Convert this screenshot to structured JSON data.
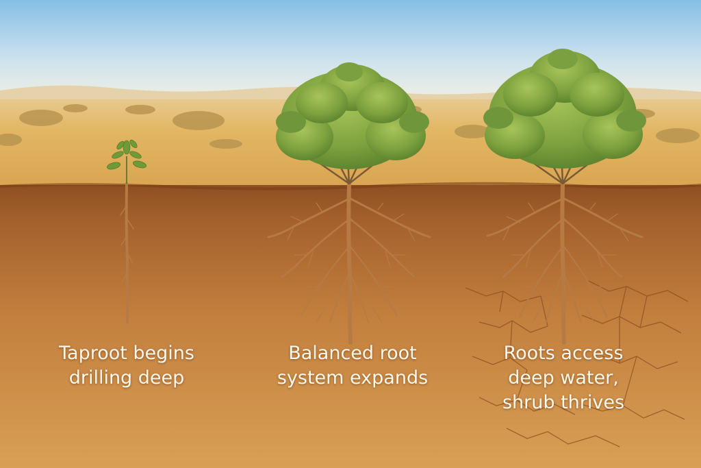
{
  "stages": [
    {
      "lines": [
        "Taproot begins",
        "drilling deep"
      ]
    },
    {
      "lines": [
        "Balanced root",
        "system expands"
      ]
    },
    {
      "lines": [
        "Roots access",
        "deep water,",
        "shrub thrives"
      ]
    }
  ],
  "colors": {
    "sky_top": "#8ec3e6",
    "sky_bottom": "#eef3ee",
    "ground_surface": "#e0b560",
    "soil_upper": "#9c5a28",
    "soil_lower": "#d4974c",
    "root": "#b77a45",
    "foliage": "#78a23c",
    "label_text": "#fff8ec"
  }
}
